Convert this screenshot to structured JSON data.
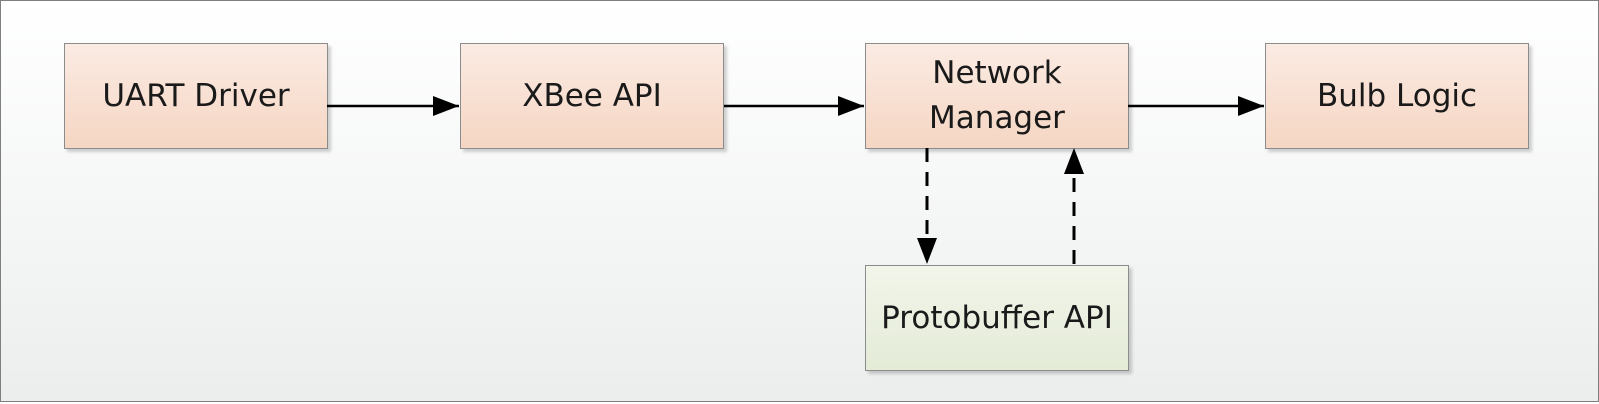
{
  "nodes": {
    "uart_driver": "UART Driver",
    "xbee_api": "XBee API",
    "network_manager": "Network Manager",
    "bulb_logic": "Bulb Logic",
    "protobuffer_api": "Protobuffer API"
  },
  "colors": {
    "process_fill": "#f5d6c3",
    "api_fill": "#e4ebd7",
    "arrow": "#000000",
    "border": "#8c8c8c"
  },
  "edges": [
    {
      "from": "uart_driver",
      "to": "xbee_api",
      "style": "solid"
    },
    {
      "from": "xbee_api",
      "to": "network_manager",
      "style": "solid"
    },
    {
      "from": "network_manager",
      "to": "bulb_logic",
      "style": "solid"
    },
    {
      "from": "network_manager",
      "to": "protobuffer_api",
      "style": "dashed"
    },
    {
      "from": "protobuffer_api",
      "to": "network_manager",
      "style": "dashed"
    }
  ]
}
